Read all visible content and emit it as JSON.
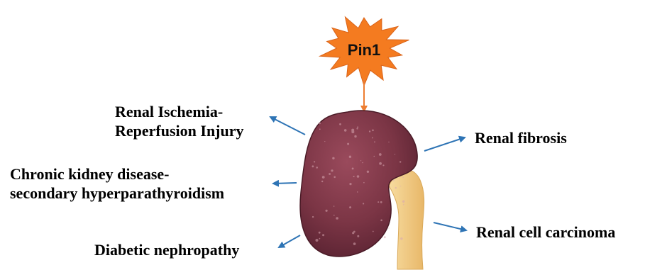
{
  "center": {
    "label": "Pin1",
    "burst_color": "#f47b20"
  },
  "diseases": {
    "ischemia": {
      "line1": "Renal Ischemia-",
      "line2": "Reperfusion Injury"
    },
    "ckd": {
      "line1": "Chronic kidney disease-",
      "line2": "secondary hyperparathyroidism"
    },
    "diabetic": {
      "line1": "Diabetic nephropathy"
    },
    "fibrosis": {
      "line1": "Renal fibrosis"
    },
    "carcinoma": {
      "line1": "Renal cell carcinoma"
    }
  },
  "colors": {
    "arrow_blue": "#2e74b5",
    "arrow_orange": "#ed7d31",
    "kidney": "#7b3545",
    "ureter": "#f3cf86"
  },
  "icons": [
    "pin1-burst-icon",
    "kidney-icon"
  ]
}
